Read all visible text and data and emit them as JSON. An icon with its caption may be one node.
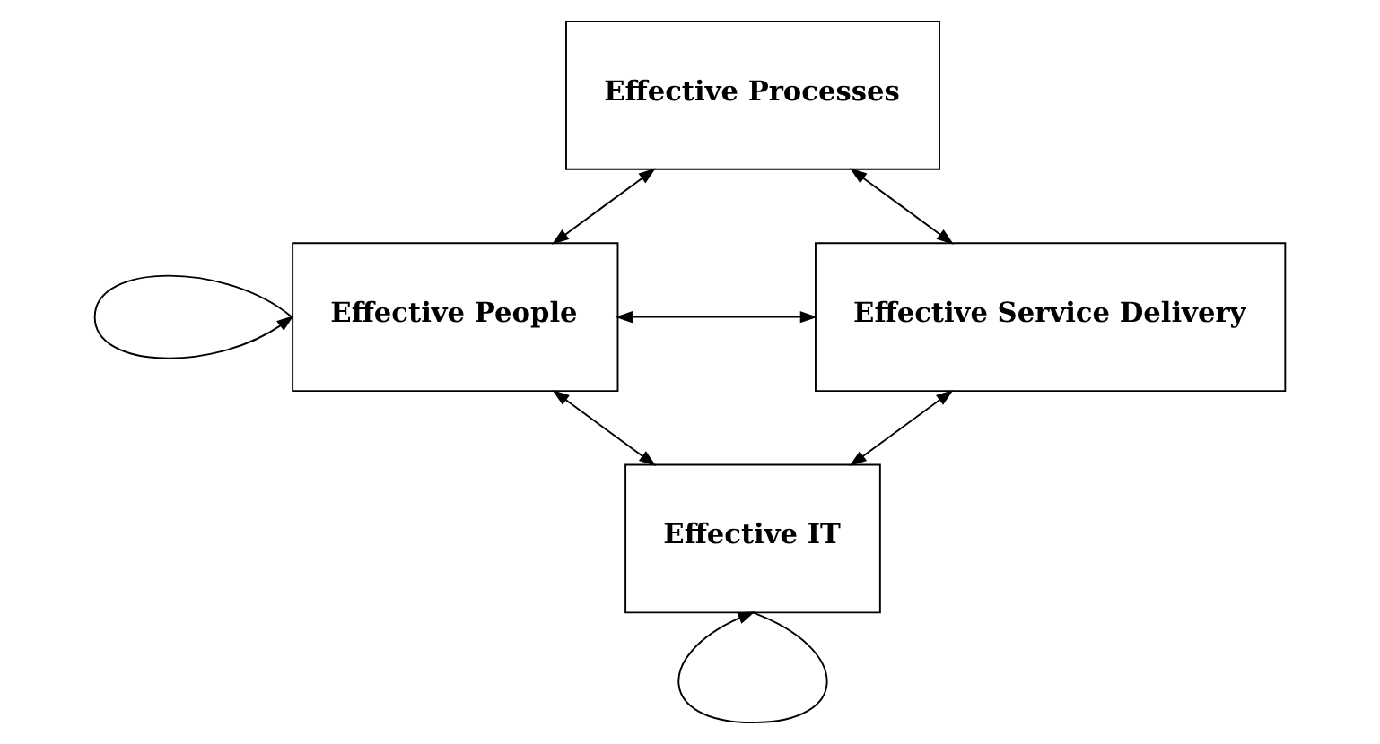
{
  "diagram": {
    "nodes": [
      {
        "text": [
          "Effective Processes"
        ]
      },
      {
        "text": [
          "Effective People"
        ]
      },
      {
        "text": [
          "Effective Service Delivery"
        ]
      },
      {
        "text": [
          "Effective IT"
        ]
      }
    ],
    "edges": [
      {
        "from": 1,
        "to": 0,
        "arrow": "both"
      },
      {
        "from": 0,
        "to": 2,
        "arrow": "both"
      },
      {
        "from": 1,
        "to": 2,
        "arrow": "both"
      },
      {
        "from": 1,
        "to": 3,
        "arrow": "both"
      },
      {
        "from": 3,
        "to": 2,
        "arrow": "both"
      },
      {
        "from": 1,
        "to": 1,
        "arrow": "to"
      },
      {
        "from": 3,
        "to": 3,
        "arrow": "to"
      }
    ]
  }
}
